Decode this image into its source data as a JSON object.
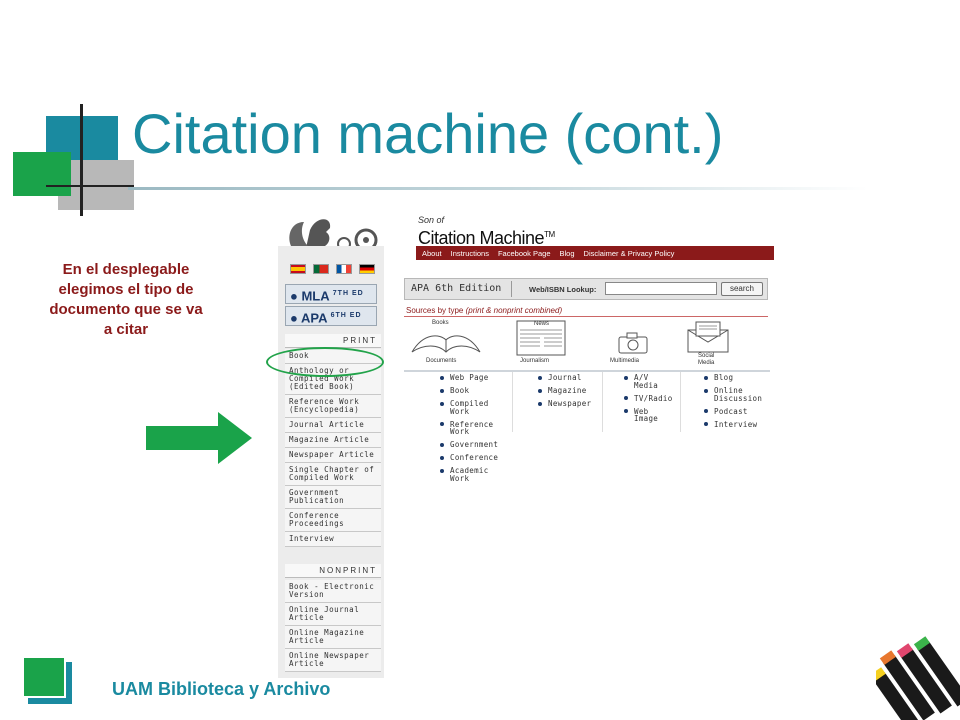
{
  "slide": {
    "title": "Citation machine (cont.)",
    "note": "En el desplegable elegimos el tipo de documento que se va a citar",
    "footer": "UAM Biblioteca y Archivo"
  },
  "colors": {
    "title": "#1a8aa0",
    "note": "#8b1a1a",
    "accent_green": "#1aa34a",
    "nav_bar": "#8b1a1a"
  },
  "site": {
    "brand_prefix": "Son of",
    "brand_name": "Citation Machine",
    "brand_tm": "TM",
    "nav": [
      "About",
      "Instructions",
      "Facebook Page",
      "Blog",
      "Disclaimer & Privacy Policy"
    ],
    "styles": [
      {
        "name": "MLA",
        "edition": "7TH ED"
      },
      {
        "name": "APA",
        "edition": "6TH ED"
      }
    ],
    "print_heading": "PRINT",
    "print_items": [
      "Book",
      "Anthology or Compiled Work (Edited Book)",
      "Reference Work (Encyclopedia)",
      "Journal Article",
      "Magazine Article",
      "Newspaper Article",
      "Single Chapter of Compiled Work",
      "Government Publication",
      "Conference Proceedings",
      "Interview"
    ],
    "nonprint_heading": "NONPRINT",
    "nonprint_items": [
      "Book - Electronic Version",
      "Online Journal Article",
      "Online Magazine Article",
      "Online Newspaper Article"
    ],
    "edition_label": "APA 6th Edition",
    "lookup_label": "Web/ISBN Lookup:",
    "lookup_value": "",
    "search_label": "search",
    "sources_prefix": "Sources by type",
    "sources_italic": "(print & nonprint combined)",
    "categories": [
      {
        "label": "Documents",
        "sublabel": "Books",
        "icon": "book-icon",
        "items": [
          "Web Page",
          "Book",
          "Compiled Work",
          "Reference Work",
          "Government",
          "Conference",
          "Academic Work"
        ]
      },
      {
        "label": "Journalism",
        "sublabel": "News",
        "icon": "newspaper-icon",
        "items": [
          "Journal",
          "Magazine",
          "Newspaper"
        ]
      },
      {
        "label": "Multimedia",
        "sublabel": "",
        "icon": "camera-icon",
        "items": [
          "A/V Media",
          "TV/Radio",
          "Web Image"
        ]
      },
      {
        "label": "Media",
        "sublabel": "Social",
        "icon": "envelope-icon",
        "items": [
          "Blog",
          "Online Discussion",
          "Podcast",
          "Interview"
        ]
      }
    ]
  }
}
